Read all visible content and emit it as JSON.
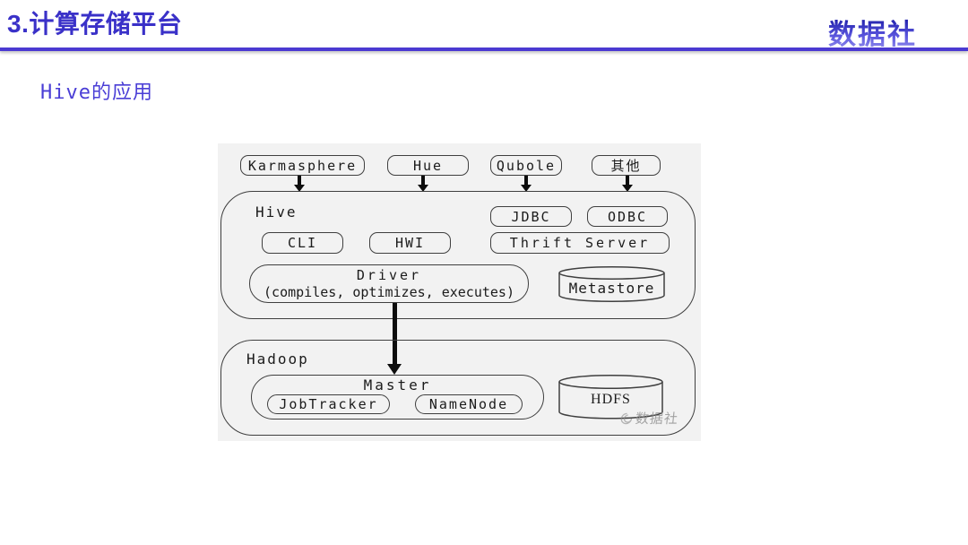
{
  "header": {
    "title": "3.计算存储平台",
    "logo": "数据社"
  },
  "subtitle": "Hive的应用",
  "diagram": {
    "clients": [
      {
        "label": "Karmasphere"
      },
      {
        "label": "Hue"
      },
      {
        "label": "Qubole"
      },
      {
        "label": "其他"
      }
    ],
    "hive": {
      "label": "Hive",
      "jdbc": "JDBC",
      "odbc": "ODBC",
      "cli": "CLI",
      "hwi": "HWI",
      "thrift_server": "Thrift Server",
      "driver_line1": "Driver",
      "driver_line2": "(compiles, optimizes, executes)",
      "metastore": "Metastore"
    },
    "hadoop": {
      "label": "Hadoop",
      "master": "Master",
      "jobtracker": "JobTracker",
      "namenode": "NameNode",
      "hdfs": "HDFS"
    },
    "watermark": "数据社"
  },
  "colors": {
    "title": "#3a31c8",
    "rule": "#4b3ad2",
    "subtitle": "#4a3ed6",
    "logo_top": "#1d1da8",
    "logo_bottom": "#9b96f0",
    "diagram_ink": "#3f3f3f",
    "diagram_bg": "#f2f2f2"
  }
}
